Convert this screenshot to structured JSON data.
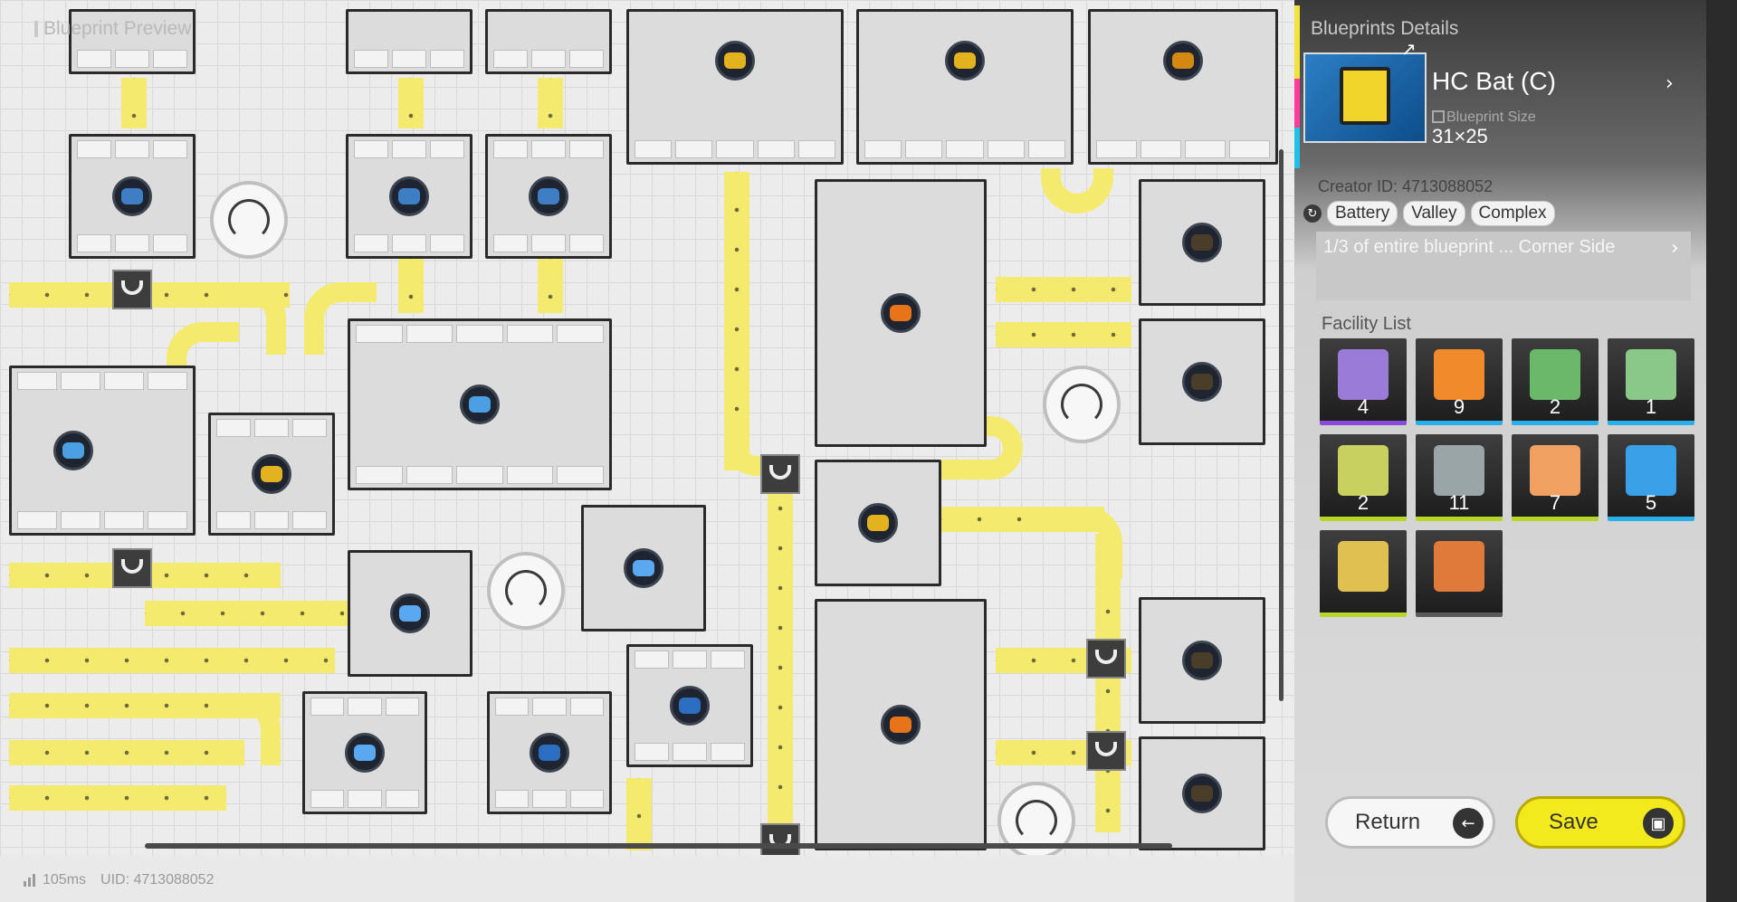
{
  "preview": {
    "title": "Blueprint Preview"
  },
  "status": {
    "ping": "105ms",
    "uid": "UID: 4713088052"
  },
  "details": {
    "panel_title": "Blueprints Details",
    "name": "HC Bat (C)",
    "size_label": "Blueprint Size",
    "size_value": "31×25",
    "creator": "Creator ID: 4713088052",
    "tags": [
      "Battery",
      "Valley",
      "Complex"
    ],
    "description": "1/3 of entire blueprint ... Corner Side",
    "facility_title": "Facility List",
    "facilities": [
      {
        "count": "4",
        "icon": "refinery-icon",
        "color": "#9b7bd8",
        "accent": "#8a4cd8"
      },
      {
        "count": "9",
        "icon": "shredder-icon",
        "color": "#f08a2a",
        "accent": "#2ab0e8"
      },
      {
        "count": "2",
        "icon": "mover-icon",
        "color": "#6ab86a",
        "accent": "#2ab0e8"
      },
      {
        "count": "1",
        "icon": "planter-icon",
        "color": "#8ac88a",
        "accent": "#2ab0e8"
      },
      {
        "count": "2",
        "icon": "fitting-icon",
        "color": "#c8d060",
        "accent": "#b8d62a"
      },
      {
        "count": "11",
        "icon": "pylon-icon",
        "color": "#9aa6a6",
        "accent": "#b8d62a"
      },
      {
        "count": "7",
        "icon": "relay-icon",
        "color": "#f0a060",
        "accent": "#b8d62a"
      },
      {
        "count": "5",
        "icon": "drone-pad-icon",
        "color": "#3aa0e8",
        "accent": "#2ab0e8"
      },
      {
        "count": "",
        "icon": "storage-icon",
        "color": "#e0c050",
        "accent": "#b8d62a"
      },
      {
        "count": "",
        "icon": "floor-tile-icon",
        "color": "#e07a3a",
        "accent": "#5a5a5a"
      }
    ]
  },
  "buttons": {
    "return": "Return",
    "save": "Save"
  },
  "machines_icon_colors": {
    "crystal": "#3e7ec4",
    "ore": "#e2b31e",
    "orange": "#e8741a",
    "dark": "#4a3e2a"
  }
}
